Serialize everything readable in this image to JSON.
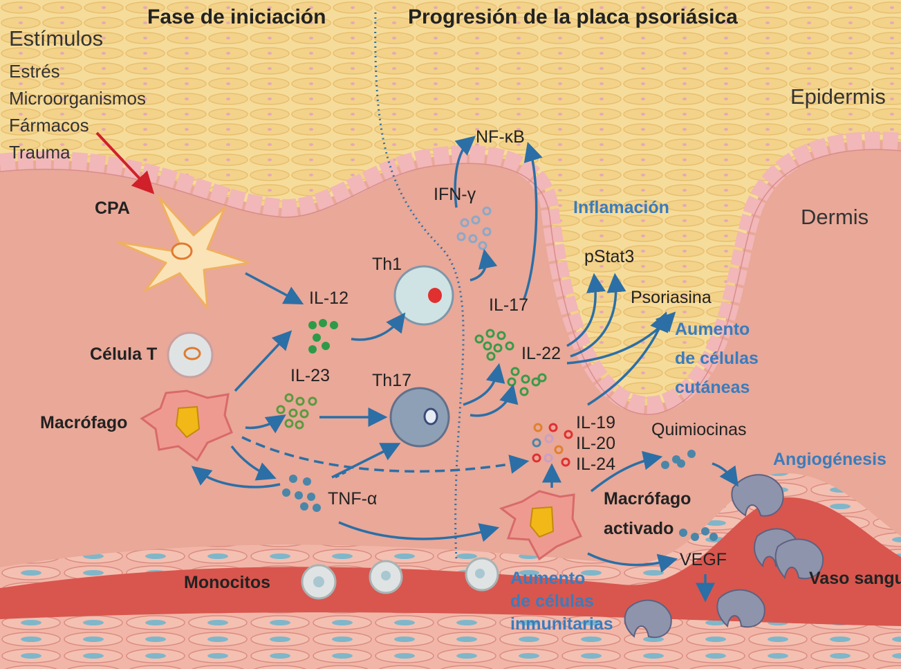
{
  "headings": {
    "initiation": "Fase de iniciación",
    "progression": "Progresión de la placa psoriásica"
  },
  "stimuli": {
    "title": "Estímulos",
    "items": [
      "Estrés",
      "Microorganismos",
      "Fármacos",
      "Trauma"
    ]
  },
  "layers": {
    "epidermis": "Epidermis",
    "dermis": "Dermis",
    "vessel": "Vaso sanguíneo"
  },
  "cells": {
    "cpa": "CPA",
    "t_cell": "Célula T",
    "macrophage": "Macrófago",
    "th1": "Th1",
    "th17": "Th17",
    "monocytes": "Monocitos",
    "activated_macrophage_1": "Macrófago",
    "activated_macrophage_2": "activado"
  },
  "mediators": {
    "il12": "IL-12",
    "il23": "IL-23",
    "tnfa": "TNF-α",
    "ifng": "IFN-γ",
    "nfkb": "NF-κB",
    "il17": "IL-17",
    "il22": "IL-22",
    "il19": "IL-19",
    "il20": "IL-20",
    "il24": "IL-24",
    "pstat3": "pStat3",
    "psoriasin": "Psoriasina",
    "chemokines": "Quimiocinas",
    "vegf": "VEGF"
  },
  "outcomes": {
    "inflammation": "Inflamación",
    "skin_cells": [
      "Aumento",
      "de células",
      "cutáneas"
    ],
    "immune_cells": [
      "Aumento",
      "de células",
      "inmunitarias"
    ],
    "angiogenesis": "Angiogénesis"
  },
  "colors": {
    "dermis": "#e9a898",
    "epidermis": "#f6dc9a",
    "vessel": "#d8564e",
    "arrow": "#2b6fa6",
    "accent_text": "#3a7cbd",
    "stimulus_arrow": "#d0202a"
  }
}
